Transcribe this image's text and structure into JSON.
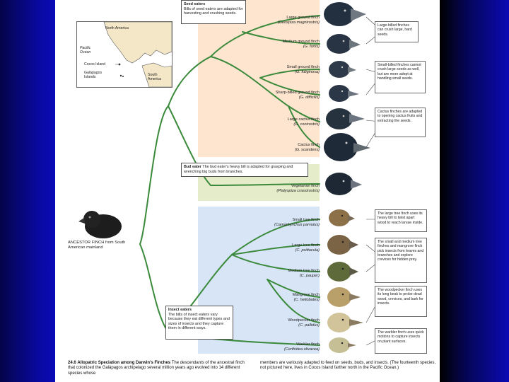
{
  "figure": {
    "map_labels": {
      "north_america": "North America",
      "pacific_ocean": "Pacific Ocean",
      "cocos_island": "Cocos Island",
      "galapagos": "Galápagos Islands",
      "south_america": "South America"
    },
    "seed_box": {
      "title": "Seed eaters",
      "text": "Bills of seed eaters are adapted for harvesting and crushing seeds."
    },
    "bud_box": {
      "title": "Bud eater",
      "text": "The bud eater's heavy bill is adapted for grasping and wrenching big buds from branches."
    },
    "insect_box": {
      "title": "Insect eaters",
      "text": "The bills of insect eaters vary because they eat different types and sizes of insects and they capture them in different ways."
    },
    "ancestor_label": "ANCESTOR FINCH from South American mainland",
    "species": [
      {
        "name": "Large ground finch",
        "sci": "(Geospiza magnirostris)"
      },
      {
        "name": "Medium ground finch",
        "sci": "(G. fortis)"
      },
      {
        "name": "Small ground finch",
        "sci": "(G. fuliginosa)"
      },
      {
        "name": "Sharp-billed ground finch",
        "sci": "(G. difficilis)"
      },
      {
        "name": "Large cactus finch",
        "sci": "(G. conirostris)"
      },
      {
        "name": "Cactus finch",
        "sci": "(G. scandens)"
      },
      {
        "name": "Vegetarian finch",
        "sci": "(Platyspiza crassirostris)"
      },
      {
        "name": "Small tree finch",
        "sci": "(Camarhynchus parvulus)"
      },
      {
        "name": "Large tree finch",
        "sci": "(C. psittacula)"
      },
      {
        "name": "Medium tree finch",
        "sci": "(C. pauper)"
      },
      {
        "name": "Mangrove finch",
        "sci": "(C. heliobates)"
      },
      {
        "name": "Woodpecker finch",
        "sci": "(C. pallidus)"
      },
      {
        "name": "Warbler finch",
        "sci": "(Certhidea olivacea)"
      }
    ],
    "notes": [
      "Large-billed finches can crush large, hard seeds.",
      "Small-billed finches cannot crush large seeds as well, but are more adept at handling small seeds.",
      "Cactus finches are adapted to opening cactus fruits and extracting the seeds.",
      "The large tree finch uses its heavy bill to twist apart wood to reach larvae inside.",
      "The small and medium tree finches and mangrove finch pick insects from leaves and branches and explore crevices for hidden prey.",
      "The woodpecker finch uses its long beak to probe dead wood, crevices, and bark for insects.",
      "The warbler finch uses quick motions to capture insects on plant surfaces."
    ],
    "caption": {
      "number": "24.6",
      "title": "Allopatric Speciation among Darwin's Finches",
      "left": "The descendants of the ancestral finch that colonized the Galápagos archipelago several million years ago evolved into 14 different species whose",
      "right": "members are variously adapted to feed on seeds, buds, and insects. (The fourteenth species, not pictured here, lives in Cocos Island farther north in the Pacific Ocean.)"
    }
  },
  "colors": {
    "slide_bg": "#0a0ab8",
    "seed_band": "#fde5cf",
    "bud_band": "#e5ecc9",
    "insect_band": "#d7e5f6",
    "tree_line": "#3b8a3b"
  }
}
